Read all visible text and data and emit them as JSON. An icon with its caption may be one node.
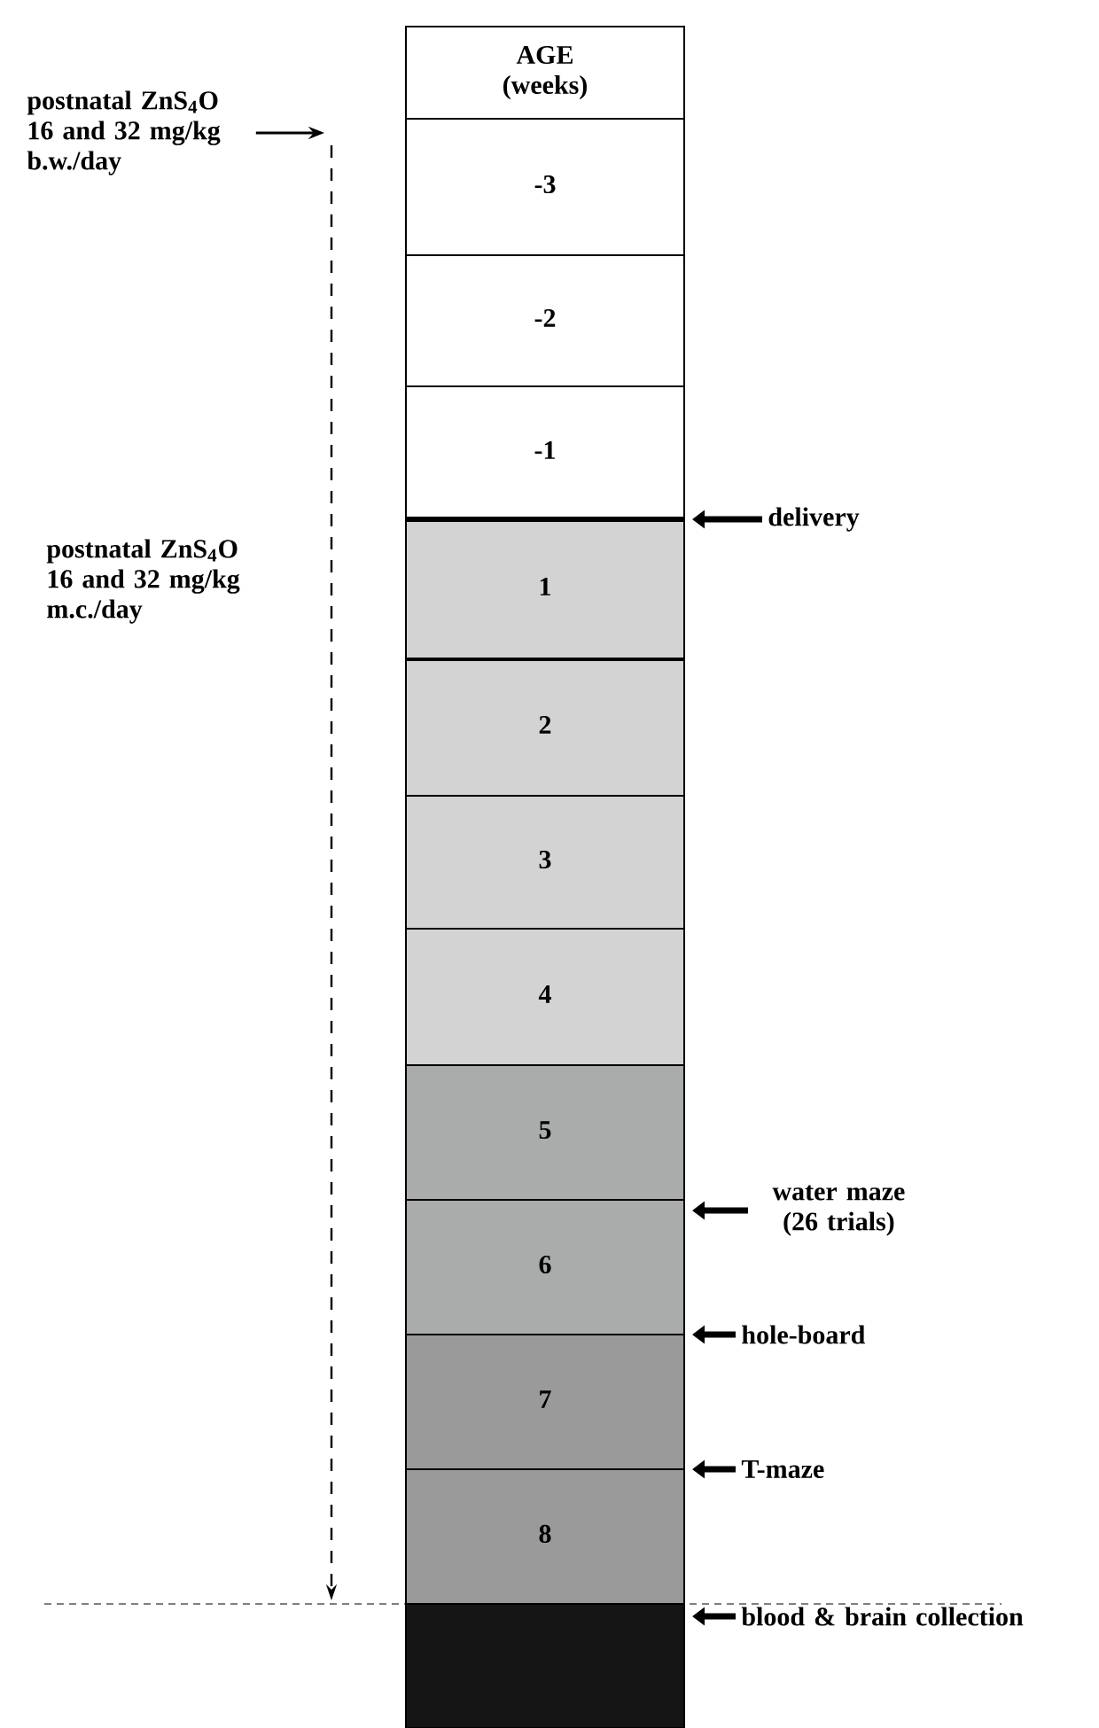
{
  "diagram": {
    "nodes": [
      {
        "text": [
          "AGE (weeks)"
        ]
      },
      {
        "text": [
          "-3"
        ]
      },
      {
        "text": [
          "-2"
        ]
      },
      {
        "text": [
          "-1"
        ]
      },
      {
        "text": [
          "1"
        ]
      },
      {
        "text": [
          "2"
        ]
      },
      {
        "text": [
          "3"
        ]
      },
      {
        "text": [
          "4"
        ]
      },
      {
        "text": [
          "5"
        ]
      },
      {
        "text": [
          "6"
        ]
      },
      {
        "text": [
          "7"
        ]
      },
      {
        "text": [
          "8"
        ]
      },
      {
        "text": [],
        "shape": "box"
      },
      {
        "text": [
          "postnatal ZnS$_{4}$O 16 and 32 mg/kg b.w./day"
        ]
      },
      {
        "text": [
          "delivery"
        ]
      },
      {
        "text": [
          "water maze (26 trials)"
        ]
      },
      {
        "text": [
          "hole-board"
        ]
      },
      {
        "text": [
          "T-maze"
        ]
      },
      {
        "text": [
          "blood & brain collection"
        ]
      }
    ],
    "edges": [
      {
        "from": 13,
        "to": null,
        "arrow": "to"
      },
      {
        "from": 14,
        "to": 3,
        "arrow": "to"
      },
      {
        "from": 15,
        "to": 9,
        "arrow": "to"
      },
      {
        "from": 16,
        "to": 10,
        "arrow": "to"
      },
      {
        "from": 17,
        "to": 11,
        "arrow": "to"
      },
      {
        "from": 18,
        "to": 12,
        "arrow": "to"
      }
    ],
    "labels": [
      "postnatal ZnS$_{4}$O 16 and 32 mg/kg m.c./day"
    ]
  }
}
